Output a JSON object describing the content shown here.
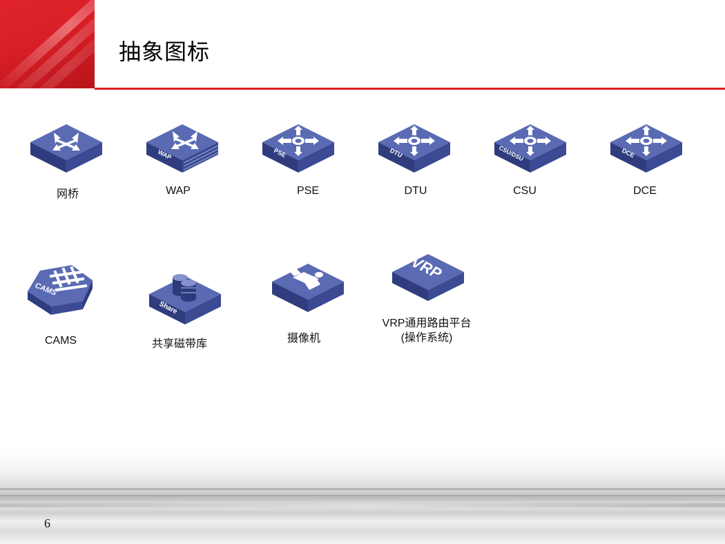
{
  "slide": {
    "title": "抽象图标",
    "page_number": "6"
  },
  "icons": [
    {
      "id": "bridge",
      "label": "网桥",
      "glyph": "cross-arrows",
      "badge": ""
    },
    {
      "id": "wap",
      "label": "WAP",
      "glyph": "cross-arrows",
      "badge": "WAP"
    },
    {
      "id": "pse",
      "label": "PSE",
      "glyph": "four-way-arrows",
      "badge": "PSE"
    },
    {
      "id": "dtu",
      "label": "DTU",
      "glyph": "four-way-arrows",
      "badge": "DTU"
    },
    {
      "id": "csu",
      "label": "CSU",
      "glyph": "four-way-arrows",
      "badge": "CSU/DSU"
    },
    {
      "id": "dce",
      "label": "DCE",
      "glyph": "four-way-arrows",
      "badge": "DCE"
    },
    {
      "id": "cams",
      "label": "CAMS",
      "glyph": "gate",
      "badge": "CAMS"
    },
    {
      "id": "tape",
      "label": "共享磁带库",
      "glyph": "cylinders",
      "badge": "Share"
    },
    {
      "id": "camera",
      "label": "摄像机",
      "glyph": "camera",
      "badge": ""
    },
    {
      "id": "vrp",
      "label_line1": "VRP通用路由平台",
      "label_line2": "(操作系统)",
      "glyph": "text",
      "badge": "VRP"
    }
  ],
  "colors": {
    "accent_red": "#e11a22",
    "icon_top": "#5a6bb4",
    "icon_side_left": "#2f3d7e",
    "icon_side_right": "#3b4a93"
  }
}
